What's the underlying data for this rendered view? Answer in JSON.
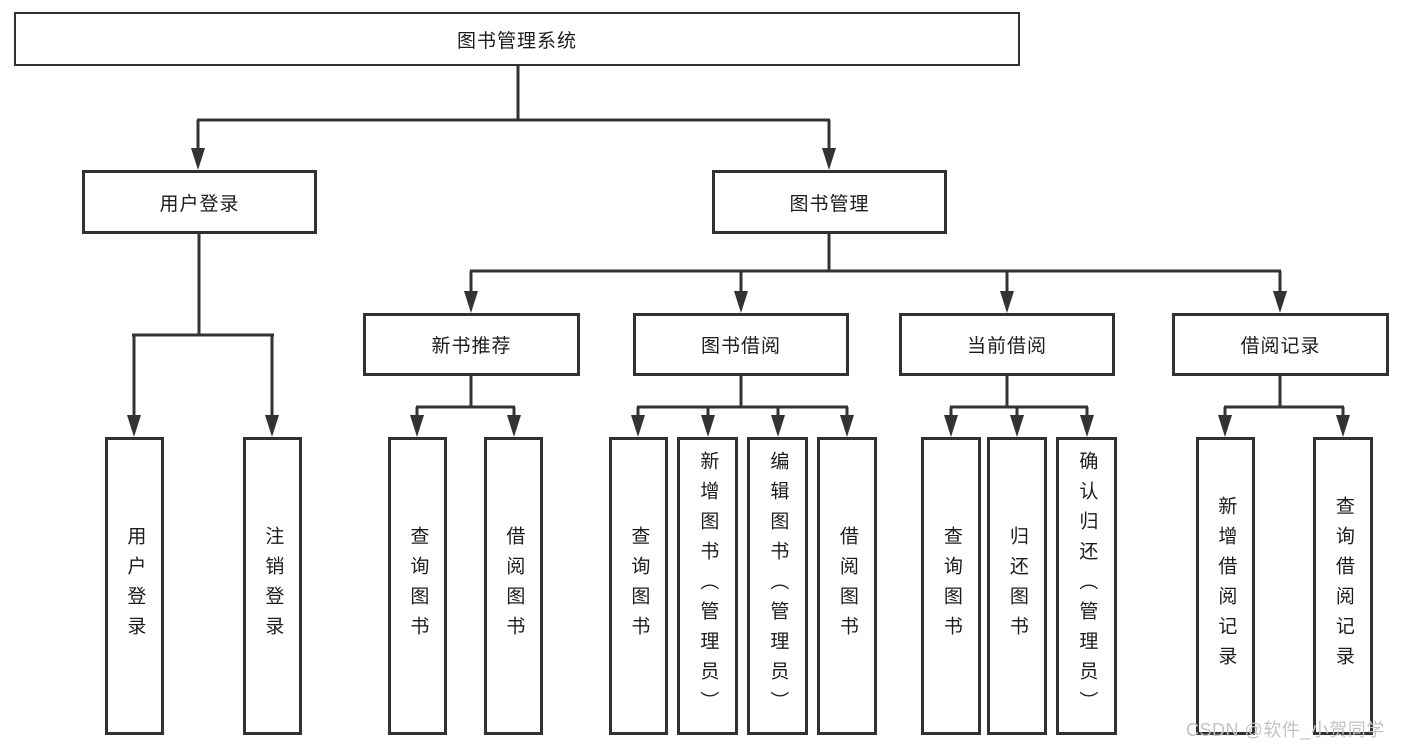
{
  "tree": {
    "label": "图书管理系统",
    "children": [
      {
        "label": "用户登录",
        "children": [
          {
            "label": "用户登录"
          },
          {
            "label": "注销登录"
          }
        ]
      },
      {
        "label": "图书管理",
        "children": [
          {
            "label": "新书推荐",
            "children": [
              {
                "label": "查询图书"
              },
              {
                "label": "借阅图书"
              }
            ]
          },
          {
            "label": "图书借阅",
            "children": [
              {
                "label": "查询图书"
              },
              {
                "label": "新增图书（管理员）"
              },
              {
                "label": "编辑图书（管理员）"
              },
              {
                "label": "借阅图书"
              }
            ]
          },
          {
            "label": "当前借阅",
            "children": [
              {
                "label": "查询图书"
              },
              {
                "label": "归还图书"
              },
              {
                "label": "确认归还（管理员）"
              }
            ]
          },
          {
            "label": "借阅记录",
            "children": [
              {
                "label": "新增借阅记录"
              },
              {
                "label": "查询借阅记录"
              }
            ]
          }
        ]
      }
    ]
  },
  "watermark": {
    "text": "CSDN @软件_小贺同学"
  },
  "colors": {
    "line": "#333333",
    "box_border": "#313131",
    "text": "#1c1c1c",
    "background": "#ffffff",
    "watermark": "#c3c3c3"
  }
}
